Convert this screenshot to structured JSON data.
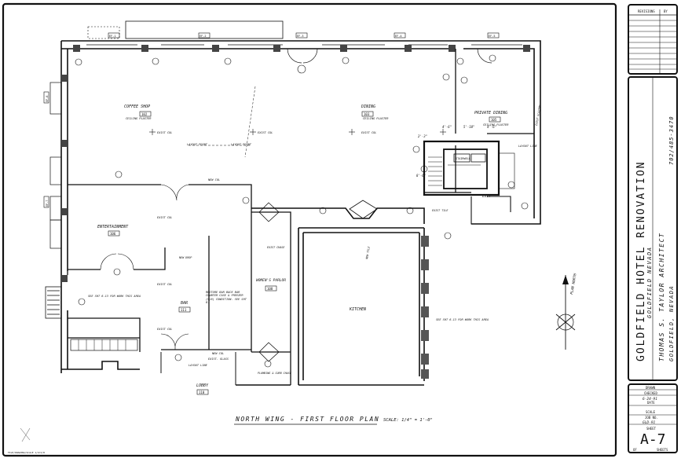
{
  "title_block": {
    "project_title": "GOLDFIELD HOTEL RENOVATION",
    "project_location": "GOLDFIELD  NEVADA",
    "architect": "THOMAS S. TAYLOR  ARCHITECT",
    "architect_location": "GOLDFIELD, NEVADA",
    "phone": "702/485-3470",
    "revisions_label": "REVISIONS",
    "by_label": "BY",
    "drawn_label": "DRAWN",
    "checked_label": "CHECKED",
    "date_value": "6-24-91",
    "date_label": "DATE",
    "scale_label": "SCALE",
    "job_no_label": "JOB NO.",
    "job_no_value": "GLD-91",
    "sheet_label": "SHEET",
    "sheet_number": "A-7",
    "of_label": "OF",
    "sheets_label": "SHEETS"
  },
  "drawing": {
    "title": "NORTH WING - FIRST FLOOR PLAN",
    "scale": "SCALE: 1/4\" = 1'-0\"",
    "file_ref": "FILE/DRAWING/SCALE 1/4=1/8"
  },
  "rooms": {
    "coffee_shop": "COFFEE SHOP",
    "coffee_shop_tag": "102",
    "dining": "DINING",
    "dining_tag": "103",
    "private_dining": "PRIVATE DINING",
    "private_dining_tag": "105",
    "entertainment": "ENTERTAINMENT",
    "entertainment_tag": "106",
    "womens_parlor": "WOMEN'S PARLOR",
    "womens_parlor_tag": "108",
    "bar": "BAR",
    "bar_tag": "111",
    "kitchen": "KITCHEN",
    "lobby": "LOBBY",
    "lobby_tag": "110",
    "stair": "STAIRWELL",
    "exit": "EXIT"
  },
  "annotations": {
    "ceiling_plaster": "CEILING PLASTER",
    "exist_col": "EXIST COL",
    "new_col": "NEW COL",
    "layout_point": "LAYOUT POINT",
    "layout_line": "LAYOUT LINE",
    "see_sht": "SEE SHT 6-13 FOR WORK THIS AREA",
    "see_sht_kitchen": "SEE SHT 6-13 FOR WORK THIS AREA",
    "plan_north": "PLAN NORTH",
    "exist_glass": "EXIST. GLASS",
    "new_glass": "NEW GLASS & EXIST GRILLE",
    "plumbing": "PLUMBING & CURB CHASE",
    "restore_bar": "RESTORE BAR BACK BAR COUNTER CASE & FREEZER (5/8) CONDITION. SEE SHT 6-",
    "exist_chase": "EXIST CHASE",
    "new_tile": "NEW TILE",
    "exist_tile": "EXIST TILE",
    "exist_glazing": "EXIST GLAZING",
    "new_drop": "NEW DROP",
    "dim_a": "4'-6\"",
    "dim_b": "5'-10\"",
    "dim_c": "4'-6\"",
    "dim_d": "8'-6\"",
    "dim_e": "2'-3\"",
    "arch_grid": [
      "EF-1",
      "EF-2",
      "EF-3",
      "EF-4",
      "EF-5",
      "EF-6",
      "EF-7",
      "EF-8"
    ]
  }
}
